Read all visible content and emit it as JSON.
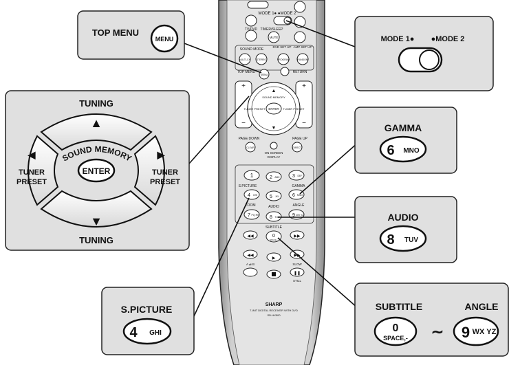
{
  "remote": {
    "top_labels": [
      "TV/DVD",
      "TIMER/SLEEP",
      "MUTE",
      "SOUND MODE",
      "DVD SET UP",
      "AMP SET UP",
      "MULTI-CH",
      "STEREO",
      "PROGRAM",
      "RANDOM",
      "TOP MENU",
      "MENU",
      "RETURN"
    ],
    "mode_label": "MODE 1● ●MODE 2",
    "nav_labels": {
      "sound_memory": "SOUND MEMORY",
      "enter": "ENTER",
      "tuner_preset": "TUNER PRESET",
      "page_down": "PAGE DOWN",
      "page_up": "PAGE UP",
      "clear": "CLEAR",
      "direct": "DIRECT",
      "on_screen": "ON SCREEN",
      "display": "DISPLAY"
    },
    "keypad": [
      {
        "digit": "1",
        "letters": ""
      },
      {
        "digit": "2",
        "letters": "ABC"
      },
      {
        "digit": "3",
        "letters": "DEF"
      },
      {
        "digit": "4",
        "letters": "GHI"
      },
      {
        "digit": "5",
        "letters": "JKL"
      },
      {
        "digit": "6",
        "letters": "MNO"
      },
      {
        "digit": "7",
        "letters": "PQ RS"
      },
      {
        "digit": "8",
        "letters": "TUV"
      },
      {
        "digit": "9",
        "letters": "WX YZ"
      },
      {
        "digit": "0",
        "letters": "SPACE,-"
      }
    ],
    "keypad_labels": {
      "s_picture": "S.PICTURE",
      "gamma": "GAMMA",
      "zoom": "ZOOM",
      "angle": "ANGLE",
      "audio": "AUDIO",
      "subtitle": "SUBTITLE"
    },
    "transport_labels": {
      "a_b": "A ⇌ B",
      "slow": "SLOW",
      "still": "STILL"
    },
    "brand": "SHARP",
    "model_line1": "7-INIT DIGITAL RECEIVER WITH DVD",
    "model_line2": "SD-HX500"
  },
  "callouts": {
    "top_menu": {
      "label": "TOP MENU",
      "button": "MENU"
    },
    "mode": {
      "label1": "MODE 1●",
      "label2": "●MODE 2"
    },
    "tuning": {
      "top_label": "TUNING",
      "bottom_label": "TUNING",
      "sound_memory": "SOUND MEMORY",
      "enter": "ENTER",
      "tuner_left": "TUNER PRESET",
      "tuner_right": "TUNER PRESET"
    },
    "gamma": {
      "label": "GAMMA",
      "digit": "6",
      "letters": "MNO"
    },
    "audio": {
      "label": "AUDIO",
      "digit": "8",
      "letters": "TUV"
    },
    "s_picture": {
      "label": "S.PICTURE",
      "digit": "4",
      "letters": "GHI"
    },
    "subtitle_angle": {
      "label_left": "SUBTITLE",
      "label_right": "ANGLE",
      "digit_left": "0",
      "letters_left": "SPACE,-",
      "tilde": "∼",
      "digit_right": "9",
      "letters_right": "WX YZ"
    }
  }
}
